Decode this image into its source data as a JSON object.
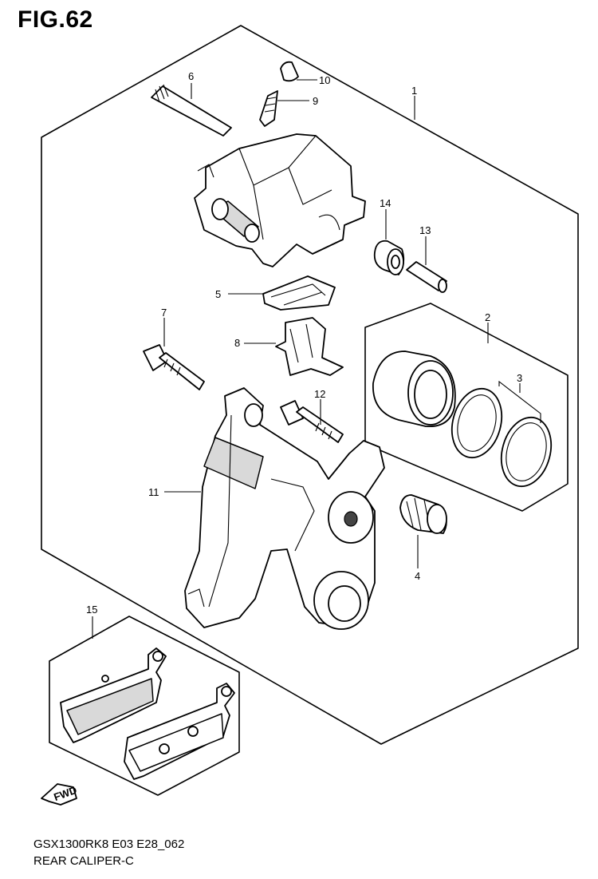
{
  "figure": {
    "title": "FIG.62"
  },
  "footer": {
    "model_code": "GSX1300RK8 E03 E28_062",
    "diagram_name": "REAR CALIPER-C"
  },
  "fwd_label": "FWD",
  "callouts": [
    {
      "id": "c1",
      "number": "1"
    },
    {
      "id": "c2",
      "number": "2"
    },
    {
      "id": "c3",
      "number": "3"
    },
    {
      "id": "c4",
      "number": "4"
    },
    {
      "id": "c5",
      "number": "5"
    },
    {
      "id": "c6",
      "number": "6"
    },
    {
      "id": "c7",
      "number": "7"
    },
    {
      "id": "c8",
      "number": "8"
    },
    {
      "id": "c9",
      "number": "9"
    },
    {
      "id": "c10",
      "number": "10"
    },
    {
      "id": "c11",
      "number": "11"
    },
    {
      "id": "c12",
      "number": "12"
    },
    {
      "id": "c13",
      "number": "13"
    },
    {
      "id": "c14",
      "number": "14"
    },
    {
      "id": "c15",
      "number": "15"
    }
  ]
}
